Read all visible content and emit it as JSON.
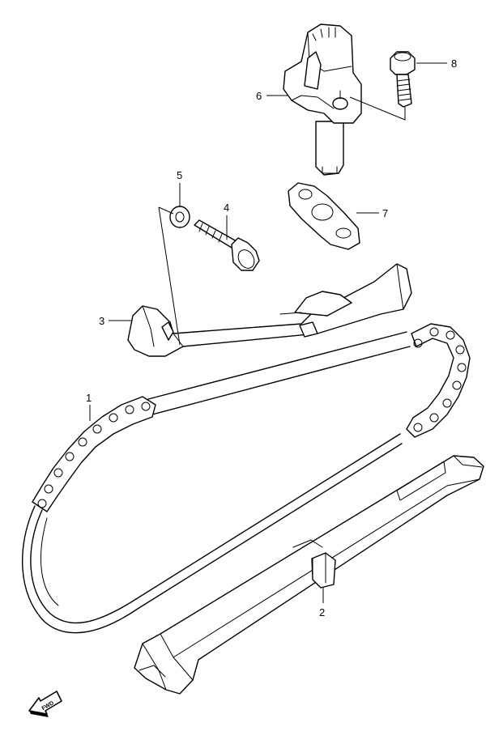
{
  "callouts": [
    {
      "id": "1",
      "label": "1"
    },
    {
      "id": "2",
      "label": "2"
    },
    {
      "id": "3",
      "label": "3"
    },
    {
      "id": "4",
      "label": "4"
    },
    {
      "id": "5",
      "label": "5"
    },
    {
      "id": "6",
      "label": "6"
    },
    {
      "id": "7",
      "label": "7"
    },
    {
      "id": "8",
      "label": "8"
    }
  ],
  "direction_badge": {
    "label": "FWD",
    "icon": "forward-arrow-icon"
  }
}
